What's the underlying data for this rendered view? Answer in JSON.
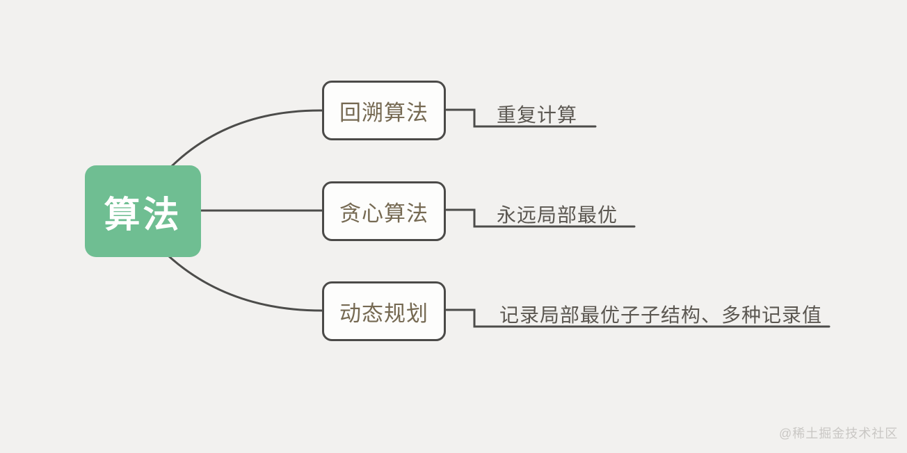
{
  "diagram": {
    "title_root": "算法",
    "branches": [
      {
        "node": "回溯算法",
        "leaf": "重复计算"
      },
      {
        "node": "贪心算法",
        "leaf": "永远局部最优"
      },
      {
        "node": "动态规划",
        "leaf": "记录局部最优子子结构、多种记录值"
      }
    ]
  },
  "watermark": "@稀土掘金技术社区",
  "colors": {
    "background": "#f2f1ef",
    "root_fill": "#6fbe92",
    "root_text": "#ffffff",
    "branch_border": "#4b4a48",
    "branch_fill": "#fdfdfc",
    "branch_text": "#756952",
    "leaf_text": "#5b5751",
    "connector": "#4c4c4a",
    "watermark_text": "#c9c7c4"
  }
}
